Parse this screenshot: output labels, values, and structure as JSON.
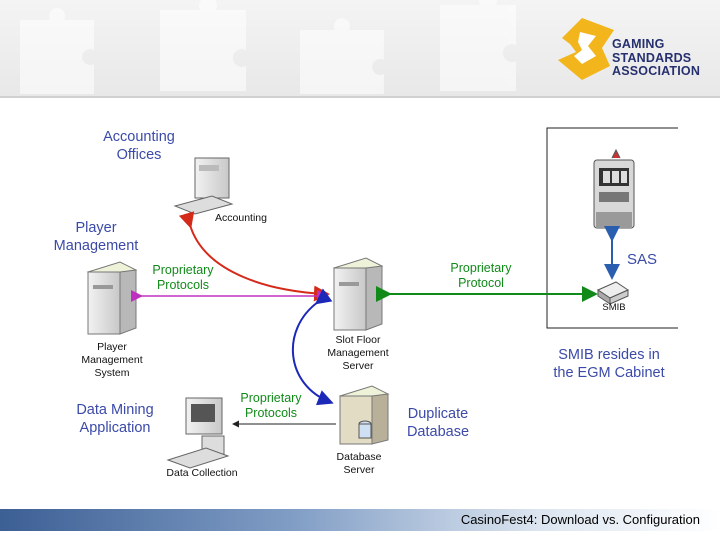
{
  "logo": {
    "line1": "GAMING",
    "line2": "STANDARDS",
    "line3": "ASSOCIATION"
  },
  "labels": {
    "accounting_offices": [
      "Accounting",
      "Offices"
    ],
    "accounting": "Accounting",
    "player_management": [
      "Player",
      "Management"
    ],
    "player_management_system": [
      "Player",
      "Management",
      "System"
    ],
    "proprietary_protocols_top": [
      "Proprietary",
      "Protocols"
    ],
    "proprietary_protocol_right": [
      "Proprietary",
      "Protocol"
    ],
    "slot_floor_server": [
      "Slot Floor",
      "Management",
      "Server"
    ],
    "sas": "SAS",
    "smib": "SMIB",
    "smib_note": [
      "SMIB resides in",
      "the EGM Cabinet"
    ],
    "data_mining": [
      "Data Mining",
      "Application"
    ],
    "proprietary_protocols_bottom": [
      "Proprietary",
      "Protocols"
    ],
    "duplicate_database": [
      "Duplicate",
      "Database"
    ],
    "database_server": [
      "Database",
      "Server"
    ],
    "data_collection": "Data Collection"
  },
  "footer": {
    "title": "CasinoFest4: Download vs. Configuration"
  },
  "colors": {
    "label_blue": "#3b4aa8",
    "protocol_green": "#118a1a",
    "arrow_red": "#d42a1a",
    "arrow_blue": "#1c28b8",
    "arrow_magenta": "#c030c0",
    "logo_yellow": "#f2b51c",
    "logo_navy": "#27306f"
  }
}
